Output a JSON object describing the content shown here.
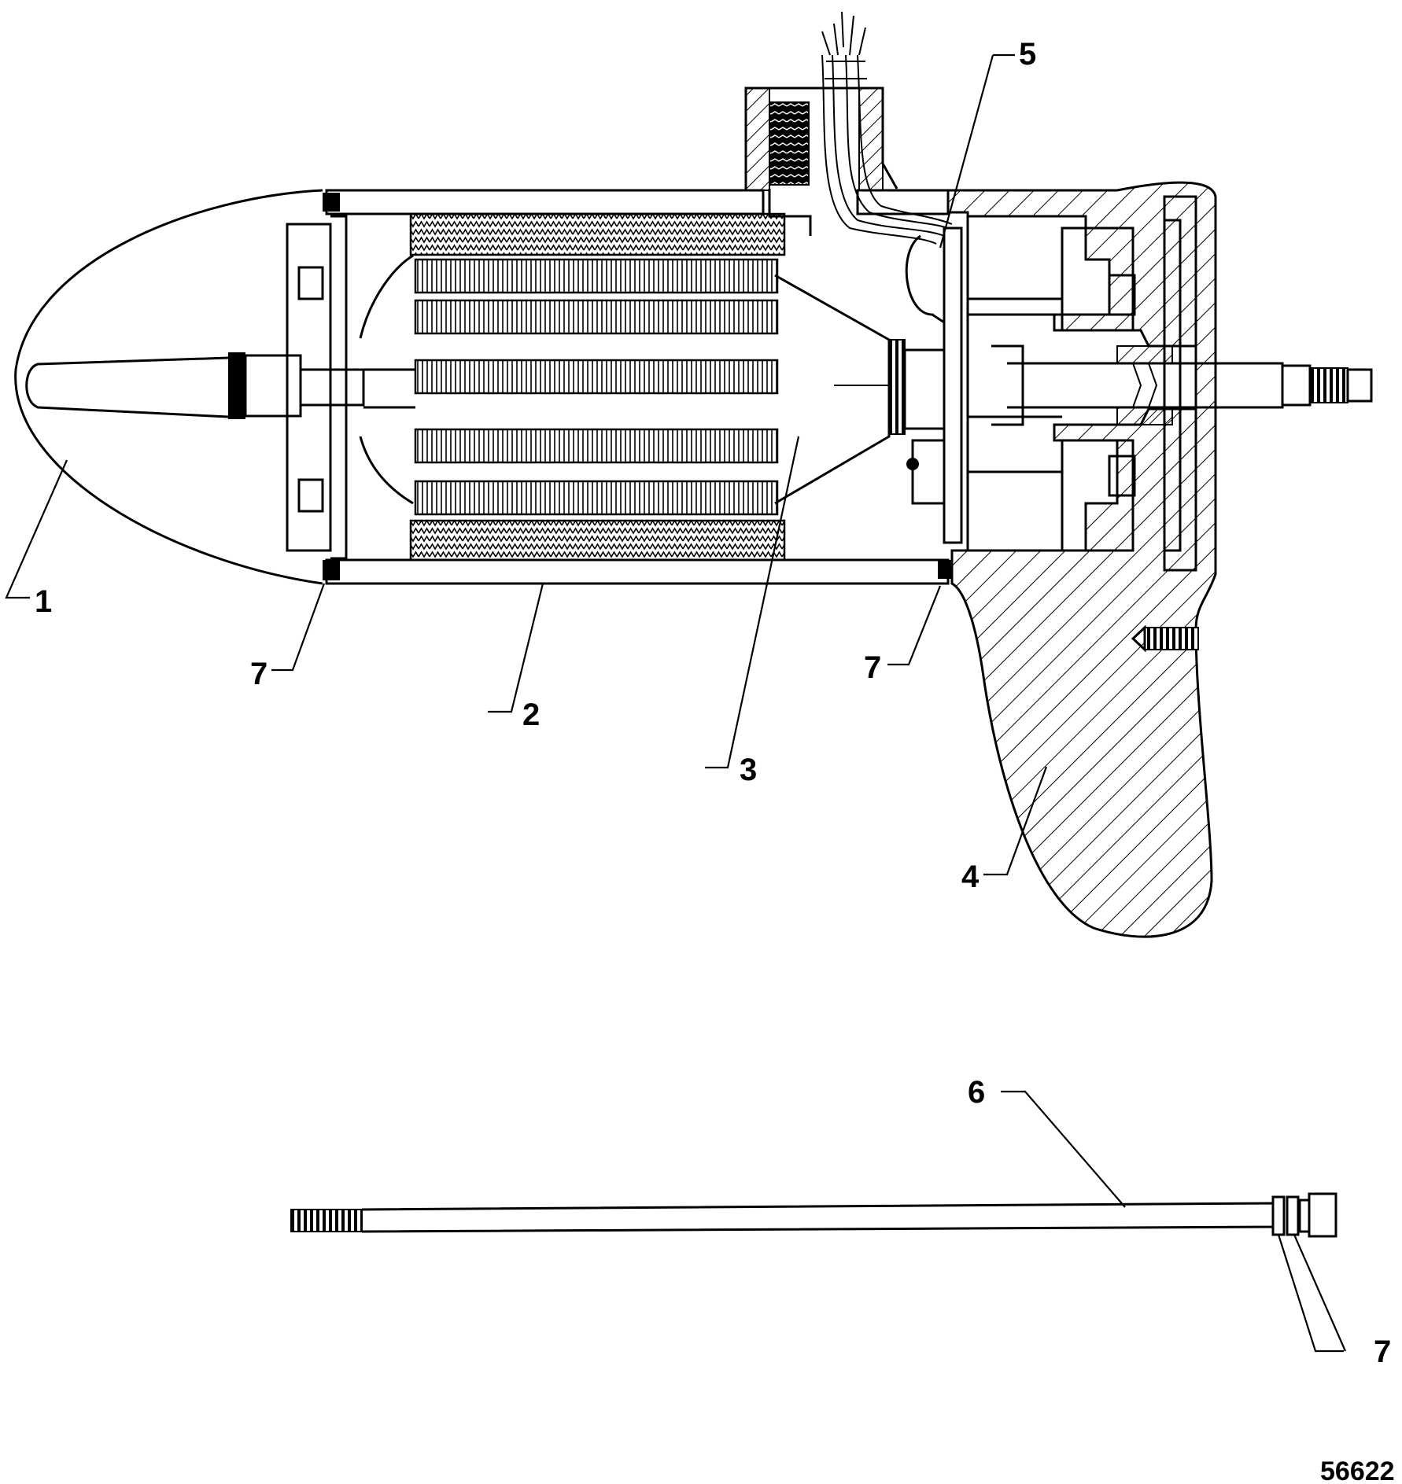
{
  "callouts": {
    "c1": "1",
    "c2": "2",
    "c3": "3",
    "c4": "4",
    "c5": "5",
    "c6": "6",
    "c7_left": "7",
    "c7_right": "7",
    "c7_bottom": "7"
  },
  "figure_number": "56622"
}
